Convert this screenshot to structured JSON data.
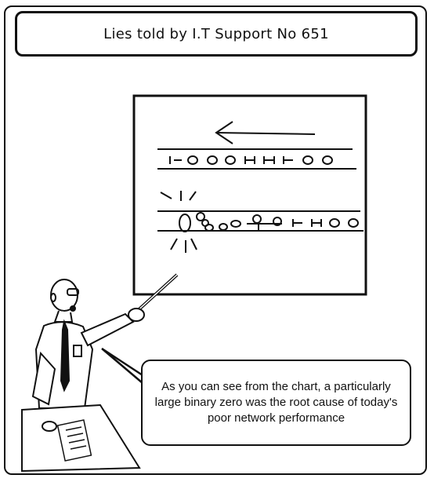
{
  "title": "Lies told by I.T Support No 651",
  "chart": {
    "top_bits": "ЮОООЮЮЮОО",
    "bottom_bits": "ЮЮОО"
  },
  "speech": {
    "text": "As you can see from the chart, a particularly large binary zero was the root cause of today's poor network performance"
  },
  "colors": {
    "ink": "#111111",
    "background": "#ffffff"
  }
}
